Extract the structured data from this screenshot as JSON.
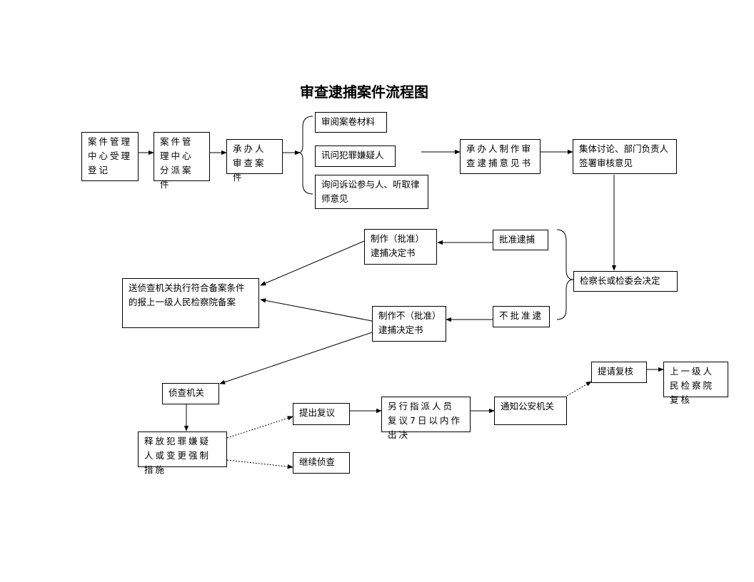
{
  "title": "审查逮捕案件流程图",
  "nodes": {
    "reception": "案件管理中心受理登记",
    "assignment": "案件管理中心分派案件",
    "review": "承办人审查案件",
    "read_files": "审阅案卷材料",
    "interrogate": "讯问犯罪嫌疑人",
    "inquire": "询问诉讼参与人、听取律师意见",
    "opinion": "承办人制作审查逮捕意见书",
    "discussion": "集体讨论、部门负责人签署审核意见",
    "procurator_decision": "检察长或检委会决定",
    "approve": "批准逮捕",
    "make_approve": "制作（批准）逮捕决定书",
    "disapprove": "不批准逮",
    "make_disapprove": "制作不（批准）逮捕决定书",
    "send_execute": "送侦查机关执行符合备案条件的报上一级人民检察院备案",
    "investigation_organ": "侦查机关",
    "release": "释放犯罪嫌疑人或变更强制措施",
    "reconsider": "提出复议",
    "continue_investigation": "继续侦查",
    "reassign": "另行指派人员复议7日以内作出决",
    "notify_police": "通知公安机关",
    "request_review": "提请复核",
    "upper_review": "上一级人民检察院复核"
  }
}
